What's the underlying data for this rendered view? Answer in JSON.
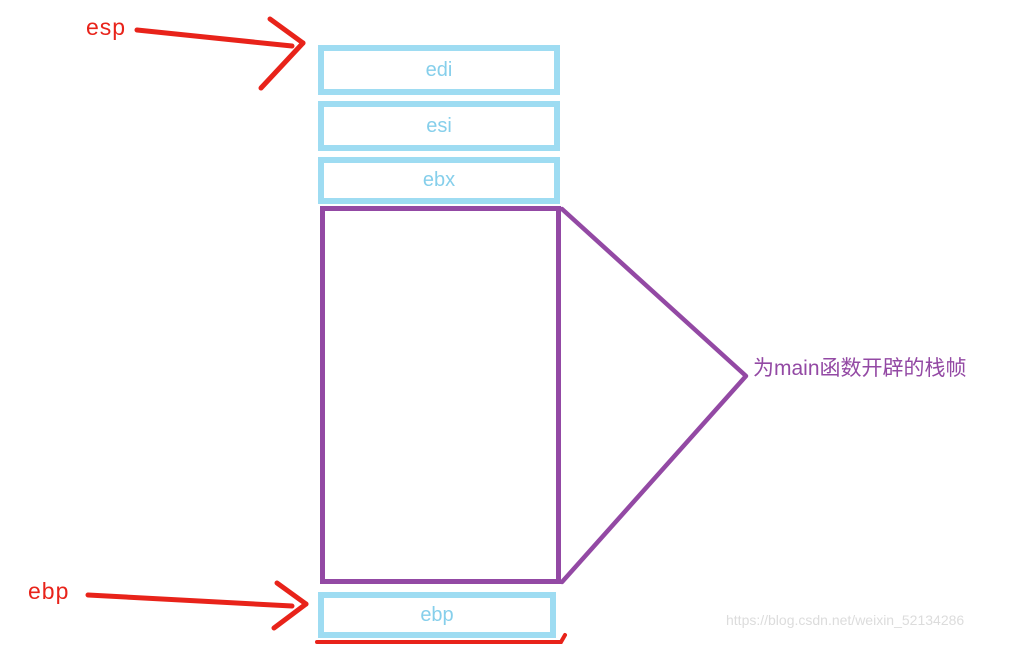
{
  "pointers": {
    "esp_label": "esp",
    "ebp_label": "ebp"
  },
  "registers": [
    {
      "label": "edi"
    },
    {
      "label": "esi"
    },
    {
      "label": "ebx"
    }
  ],
  "stack_frame": {
    "annotation": "为main函数开辟的栈帧"
  },
  "saved_ebp_box": {
    "label": "ebp"
  },
  "watermark": {
    "text": "https://blog.csdn.net/weixin_52134286"
  },
  "colors": {
    "arrow_red": "#e8231a",
    "register_blue_border": "#9edcf2",
    "register_blue_text": "#86cfeb",
    "frame_purple": "#9349a4",
    "watermark_gray": "#dcdcdc"
  }
}
